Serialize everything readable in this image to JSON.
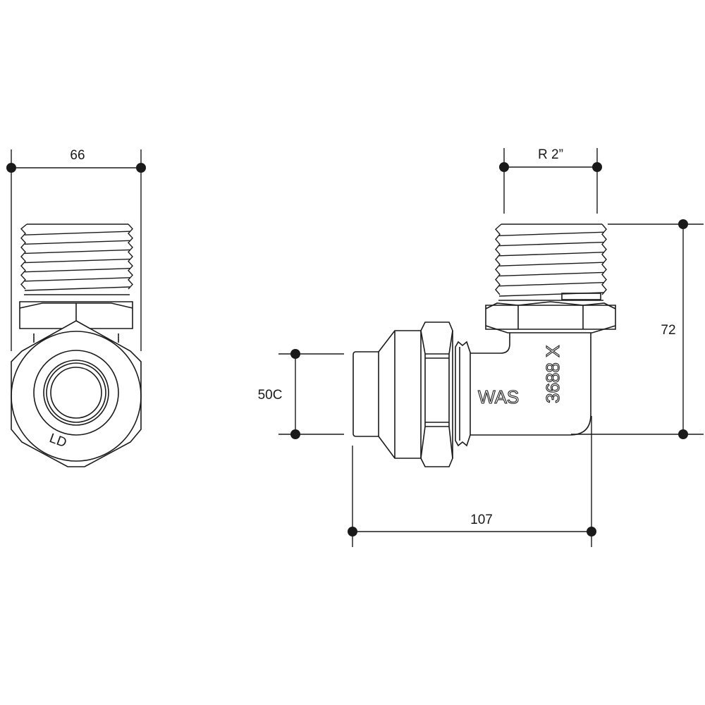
{
  "dimensions": {
    "left_width": "66",
    "thread_size": "R 2”",
    "height": "72",
    "pipe_size": "50C",
    "length": "107"
  },
  "markings": {
    "end_view": "LD",
    "brand": "WAS",
    "code": "3688 X"
  }
}
